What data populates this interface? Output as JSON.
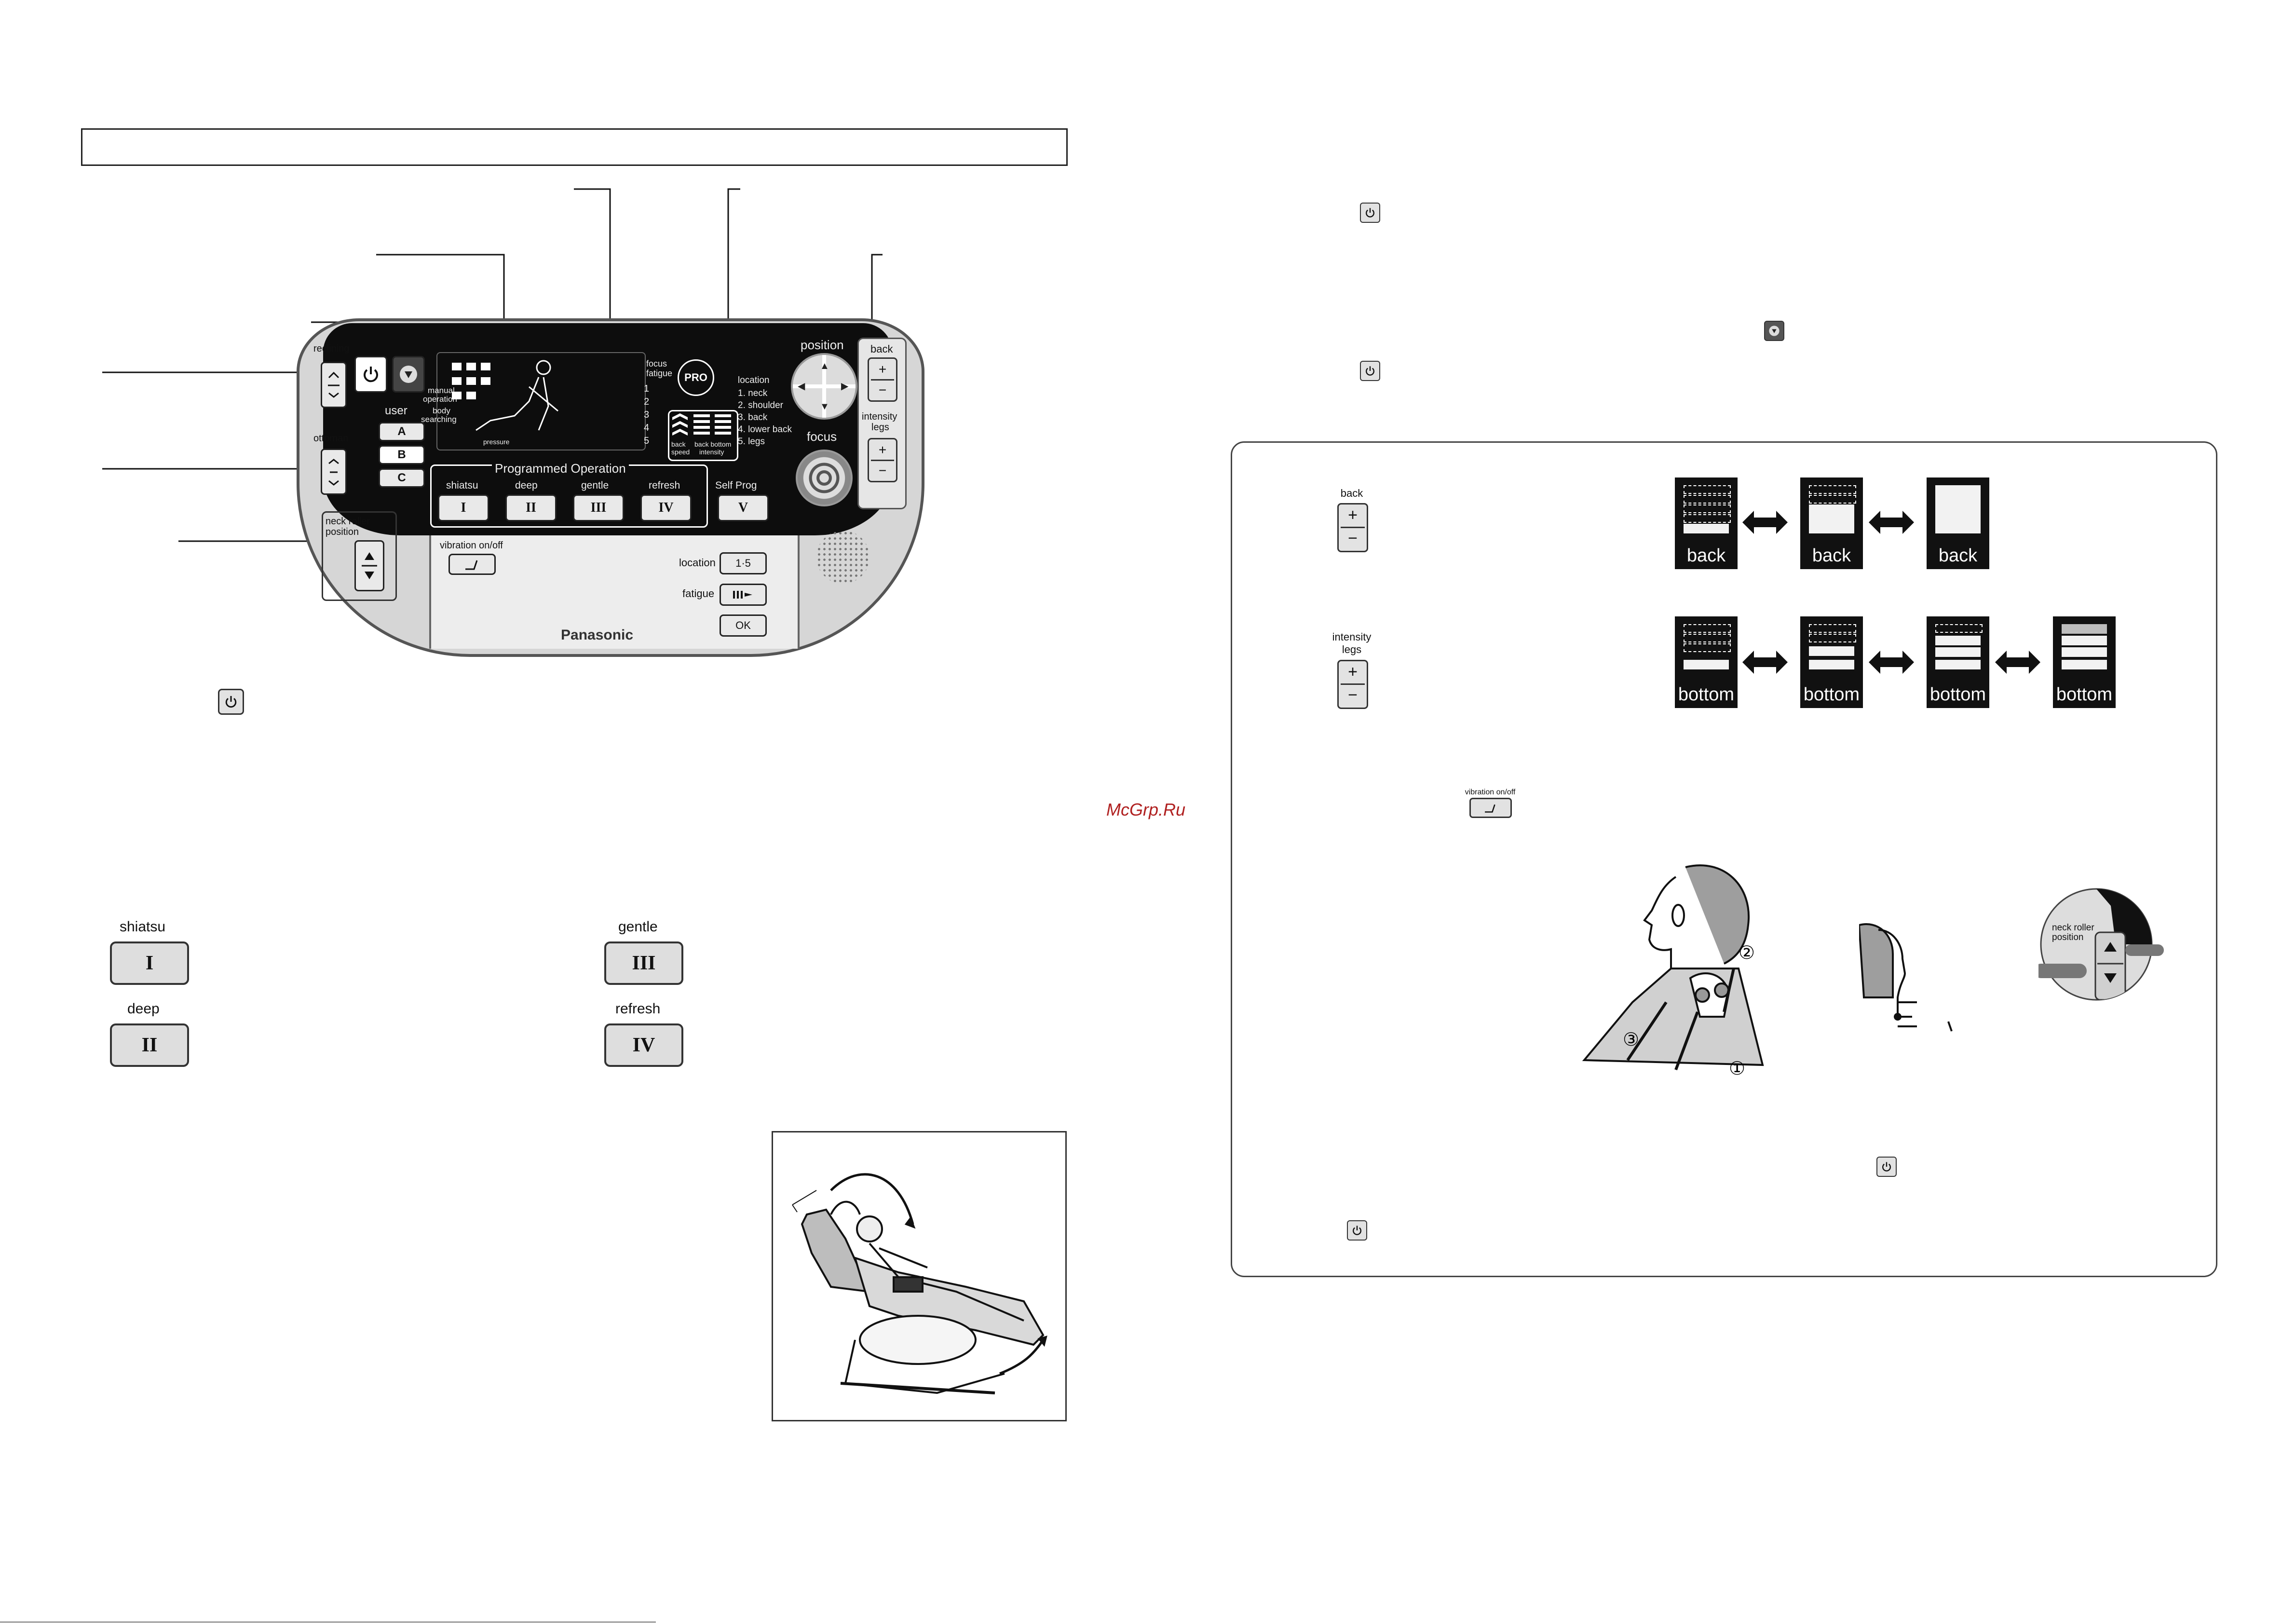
{
  "watermark": "McGrp.Ru",
  "remote": {
    "brand": "Panasonic",
    "labels": {
      "reclining": "reclining",
      "user": "user",
      "ottoman": "ottoman",
      "neck_roller": "neck roller",
      "position_small": "position",
      "vibration": "vibration on/off",
      "location": "location",
      "fatigue": "fatigue",
      "ok": "OK",
      "position": "position",
      "focus": "focus",
      "back": "back",
      "intensity": "intensity",
      "legs": "legs",
      "programmed": "Programmed Operation",
      "self_prog": "Self Prog",
      "manual": "manual",
      "operation": "operation",
      "body": "body",
      "searching": "searching",
      "pressure": "pressure",
      "focus_small": "focus",
      "fatigue_small": "fatigue",
      "pro": "PRO",
      "location_small": "location",
      "back_speed": "back",
      "speed": "speed",
      "back_intensity": "back bottom",
      "intensity_small": "intensity",
      "one_five": "1·5"
    },
    "users": [
      "A",
      "B",
      "C"
    ],
    "location_list": [
      "1. neck",
      "2. shoulder",
      "3. back",
      "4. lower back",
      "5. legs"
    ],
    "fatigue_levels": [
      "1",
      "2",
      "3",
      "4",
      "5"
    ],
    "programs": [
      {
        "label": "shiatsu",
        "numeral": "I"
      },
      {
        "label": "deep",
        "numeral": "II"
      },
      {
        "label": "gentle",
        "numeral": "III"
      },
      {
        "label": "refresh",
        "numeral": "IV"
      },
      {
        "label": "Self Prog",
        "numeral": "V"
      }
    ]
  },
  "program_buttons": [
    {
      "label": "shiatsu",
      "numeral": "I"
    },
    {
      "label": "deep",
      "numeral": "II"
    },
    {
      "label": "gentle",
      "numeral": "III"
    },
    {
      "label": "refresh",
      "numeral": "IV"
    }
  ],
  "right_panel": {
    "back_caption": "back",
    "intensity_caption": "intensity",
    "legs_caption": "legs",
    "plus": "+",
    "minus": "−",
    "back_levels": [
      {
        "caption": "back",
        "on": 1
      },
      {
        "caption": "back",
        "on": 3
      },
      {
        "caption": "back",
        "on": 5
      }
    ],
    "bottom_levels": [
      {
        "caption": "bottom",
        "on": 1
      },
      {
        "caption": "bottom",
        "on": 2
      },
      {
        "caption": "bottom",
        "on": 3
      },
      {
        "caption": "bottom",
        "on": 4
      }
    ],
    "vibration_caption": "vibration on/off",
    "neck_roller_caption": "neck roller",
    "position_caption": "position",
    "step_marks": [
      "①",
      "②",
      "③"
    ]
  }
}
